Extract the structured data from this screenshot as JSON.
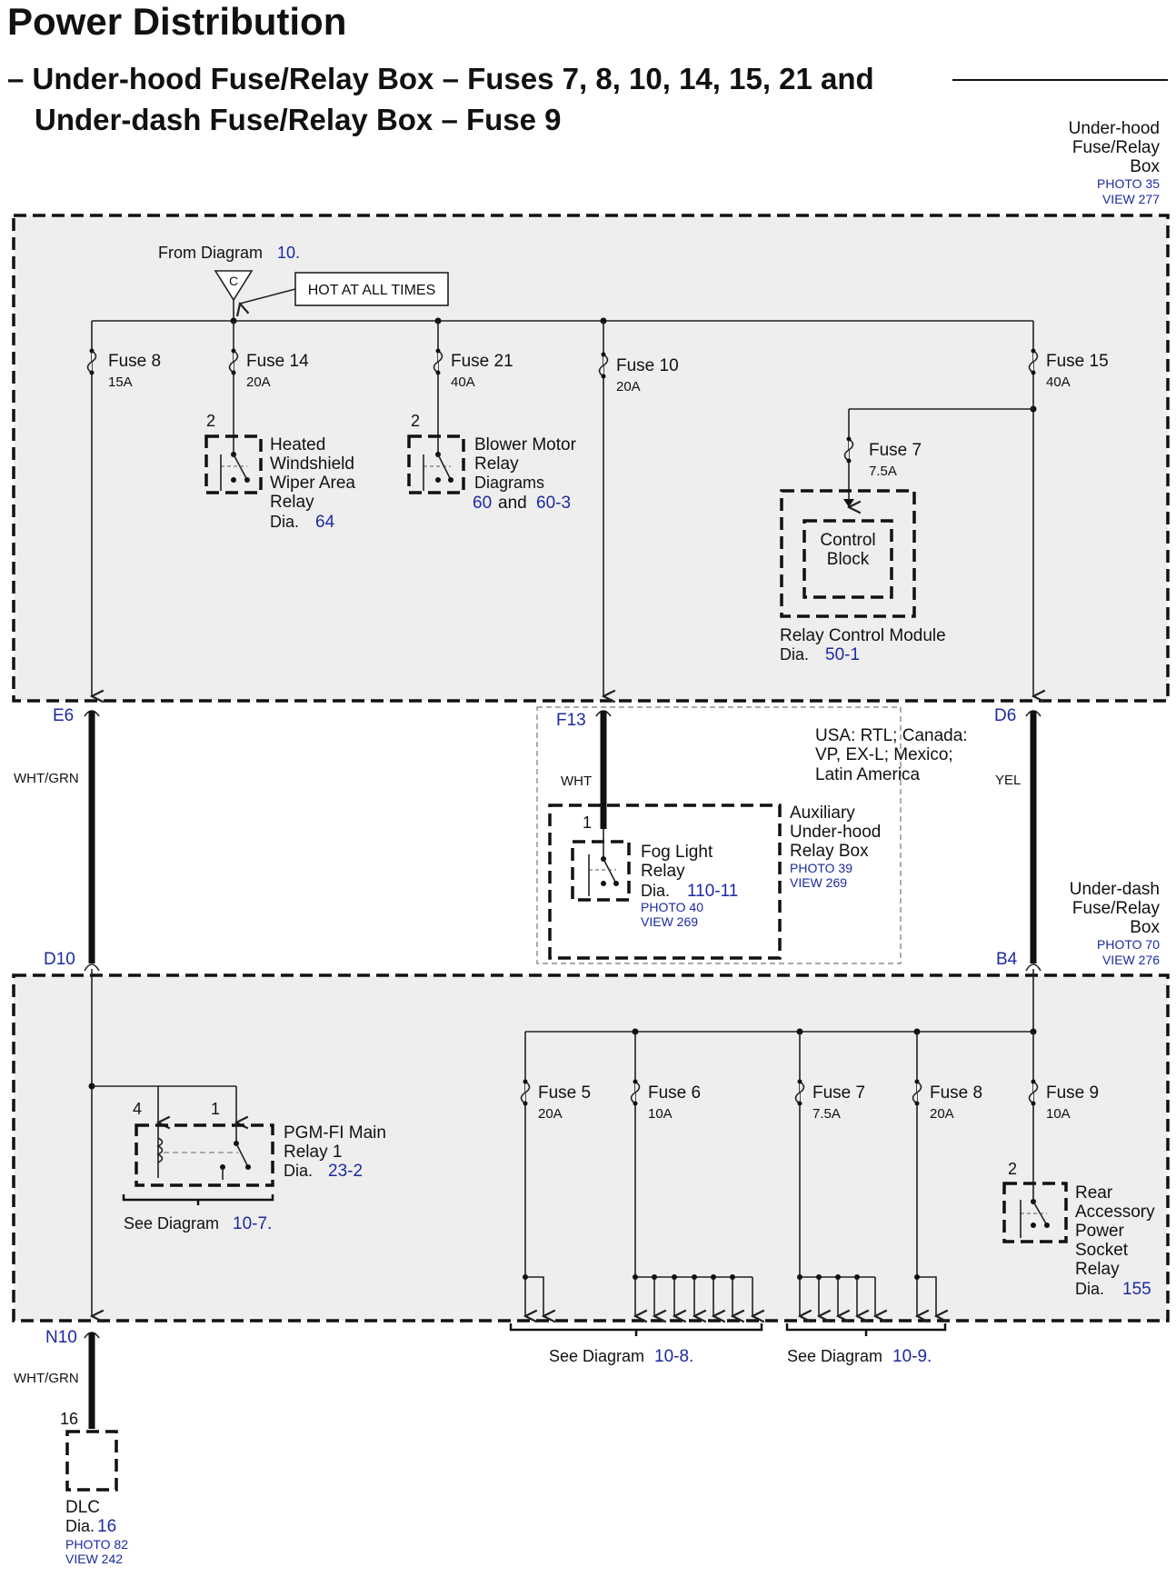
{
  "header": {
    "title": "Power Distribution",
    "subtitle_line1": "– Under-hood Fuse/Relay Box – Fuses 7, 8, 10, 14, 15, 21 and",
    "subtitle_line2": "Under-dash Fuse/Relay Box – Fuse 9"
  },
  "underhood_box": {
    "l1": "Under-hood",
    "l2": "Fuse/Relay",
    "l3": "Box",
    "photo": "PHOTO 35",
    "view": "VIEW 277"
  },
  "from_diagram": {
    "text": "From Diagram",
    "ref": "10.",
    "connector": "C",
    "hot": "HOT AT ALL TIMES"
  },
  "top_fuses": [
    {
      "name": "Fuse 8",
      "amps": "15A"
    },
    {
      "name": "Fuse 14",
      "amps": "20A"
    },
    {
      "name": "Fuse 21",
      "amps": "40A"
    },
    {
      "name": "Fuse 10",
      "amps": "20A"
    },
    {
      "name": "Fuse 15",
      "amps": "40A"
    },
    {
      "name": "Fuse 7",
      "amps": "7.5A"
    }
  ],
  "heated_relay": {
    "pin": "2",
    "l1": "Heated",
    "l2": "Windshield",
    "l3": "Wiper Area",
    "l4": "Relay",
    "dia": "Dia.",
    "ref": "64"
  },
  "blower_relay": {
    "pin": "2",
    "l1": "Blower Motor",
    "l2": "Relay",
    "l3": "Diagrams",
    "ref1": "60",
    "and": "and",
    "ref2": "60-3"
  },
  "control_block": {
    "l1": "Control",
    "l2": "Block",
    "module": "Relay Control Module",
    "dia": "Dia.",
    "ref": "50-1"
  },
  "connectors": {
    "e6": "E6",
    "f13": "F13",
    "d6": "D6",
    "d10": "D10",
    "b4": "B4",
    "n10": "N10",
    "pin16": "16"
  },
  "wires": {
    "left": "WHT/GRN",
    "mid": "WHT",
    "right": "YEL",
    "bottom": "WHT/GRN"
  },
  "region_note": {
    "l1": "USA: RTL; Canada:",
    "l2": "VP, EX-L; Mexico;",
    "l3": "Latin America"
  },
  "aux_box": {
    "l1": "Auxiliary",
    "l2": "Under-hood",
    "l3": "Relay Box",
    "photo": "PHOTO 39",
    "view": "VIEW 269"
  },
  "fog_relay": {
    "pin": "1",
    "l1": "Fog Light",
    "l2": "Relay",
    "dia": "Dia.",
    "ref": "110-11",
    "photo": "PHOTO 40",
    "view": "VIEW 269"
  },
  "underdash_box": {
    "l1": "Under-dash",
    "l2": "Fuse/Relay",
    "l3": "Box",
    "photo": "PHOTO 70",
    "view": "VIEW 276"
  },
  "pgm_relay": {
    "pin4": "4",
    "pin1": "1",
    "l1": "PGM-FI Main",
    "l2": "Relay 1",
    "dia": "Dia.",
    "ref": "23-2",
    "see": "See Diagram",
    "see_ref": "10-7."
  },
  "bottom_fuses": [
    {
      "name": "Fuse 5",
      "amps": "20A"
    },
    {
      "name": "Fuse 6",
      "amps": "10A"
    },
    {
      "name": "Fuse 7",
      "amps": "7.5A"
    },
    {
      "name": "Fuse 8",
      "amps": "20A"
    },
    {
      "name": "Fuse 9",
      "amps": "10A"
    }
  ],
  "rear_relay": {
    "pin": "2",
    "l1": "Rear",
    "l2": "Accessory",
    "l3": "Power",
    "l4": "Socket",
    "l5": "Relay",
    "dia": "Dia.",
    "ref": "155"
  },
  "see_diagrams": {
    "see1": "See Diagram",
    "ref1": "10-8.",
    "see2": "See Diagram",
    "ref2": "10-9."
  },
  "dlc": {
    "name": "DLC",
    "dia": "Dia.",
    "ref": "16",
    "photo": "PHOTO 82",
    "view": "VIEW 242"
  }
}
